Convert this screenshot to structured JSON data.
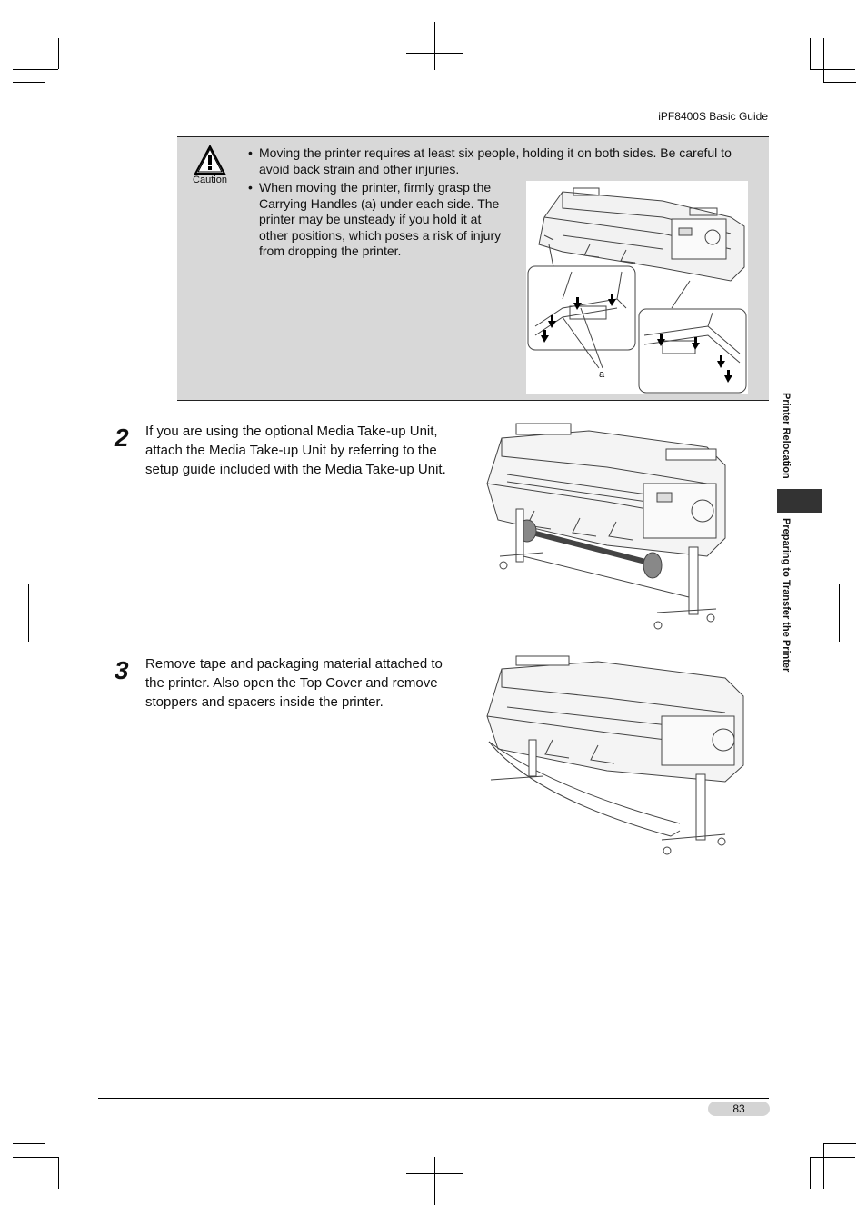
{
  "header": {
    "title": "iPF8400S Basic Guide"
  },
  "caution": {
    "label": "Caution",
    "items": [
      "Moving the printer requires at least six people, holding it on both sides. Be careful to avoid back strain and other injuries.",
      "When moving the printer, firmly grasp the Carrying Handles (a) under each side. The printer may be unsteady if you hold it at other positions, which poses a risk of injury from dropping the printer."
    ],
    "figure_label": "a"
  },
  "steps": [
    {
      "number": "2",
      "text": "If you are using the optional Media Take-up Unit, attach the Media Take-up Unit by referring to the setup guide included with the Media Take-up Unit."
    },
    {
      "number": "3",
      "text": "Remove tape and packaging material attached to the printer. Also open the Top Cover and remove stoppers and spacers inside the printer."
    }
  ],
  "sidebar": {
    "section": "Printer Relocation",
    "subsection": "Preparing to Transfer the Printer"
  },
  "footer": {
    "page_number": "83"
  },
  "icons": {
    "caution": "warning-triangle-icon"
  }
}
